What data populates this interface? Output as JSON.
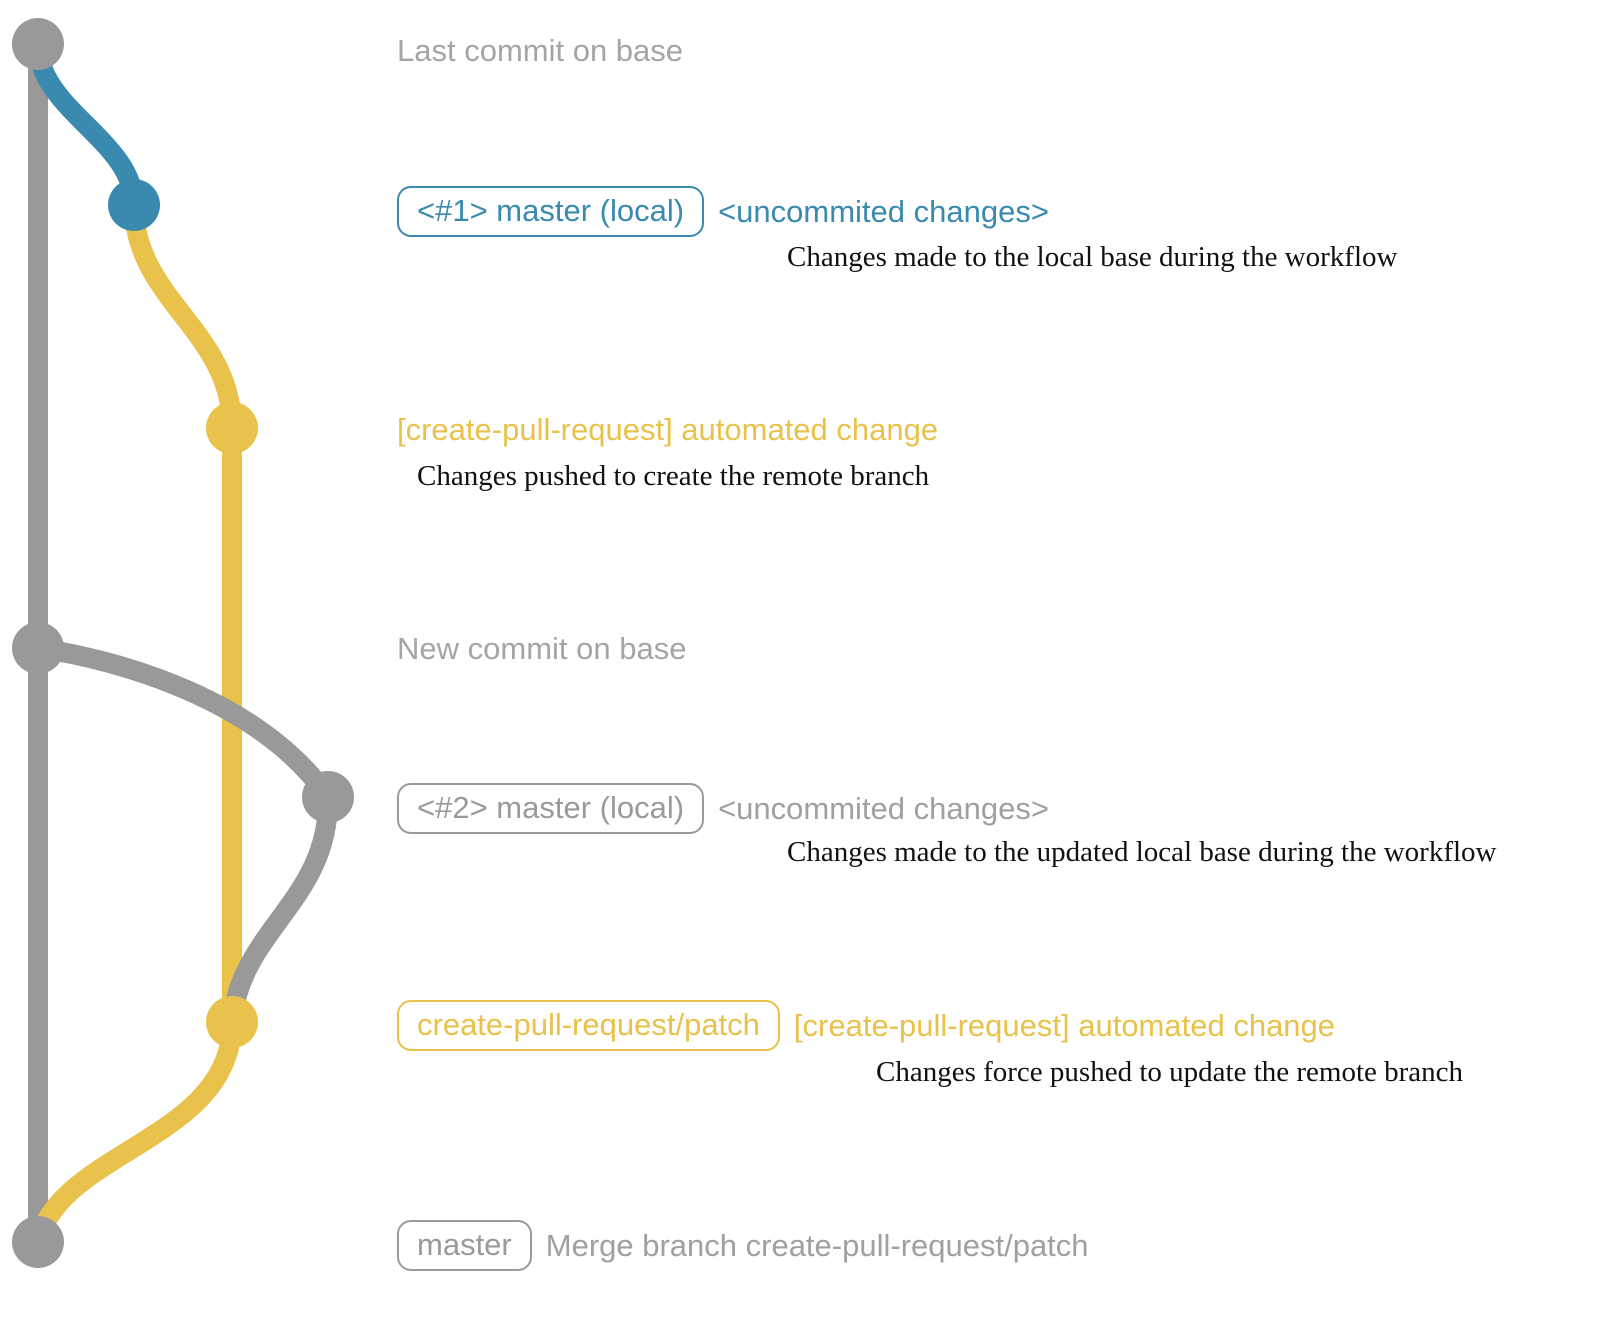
{
  "diagram": {
    "title_colors": {
      "base_gray": "#999999",
      "local_blue": "#3a8ab0",
      "remote_yellow": "#e8c24a",
      "text_gray": "#a5a5a5",
      "note_black": "#111111",
      "background": "#ffffff"
    }
  },
  "rows": [
    {
      "id": "last-commit-on-base",
      "badge": null,
      "label": "Last commit on base",
      "label_color": "gray",
      "note": null,
      "node": {
        "color": "gray",
        "lane": 0
      }
    },
    {
      "id": "master-local-1",
      "badge": "<#1> master (local)",
      "badge_color": "blue",
      "label": "<uncommited changes>",
      "label_color": "blue",
      "note": "Changes made to the local base during the workflow",
      "node": {
        "color": "blue",
        "lane": 1
      }
    },
    {
      "id": "automated-change-1",
      "badge": null,
      "label": "[create-pull-request] automated change",
      "label_color": "yellow",
      "note": "Changes pushed to create the remote branch",
      "node": {
        "color": "yellow",
        "lane": 2
      }
    },
    {
      "id": "new-commit-on-base",
      "badge": null,
      "label": "New commit on base",
      "label_color": "gray",
      "note": null,
      "node": {
        "color": "gray",
        "lane": 0
      }
    },
    {
      "id": "master-local-2",
      "badge": "<#2> master (local)",
      "badge_color": "gray",
      "label": "<uncommited changes>",
      "label_color": "gray",
      "note": "Changes made to the updated local base during the workflow",
      "node": {
        "color": "gray",
        "lane": 3
      }
    },
    {
      "id": "automated-change-2",
      "badge": "create-pull-request/patch",
      "badge_color": "yellow",
      "label": "[create-pull-request] automated change",
      "label_color": "yellow",
      "note": "Changes force pushed to update the remote branch",
      "node": {
        "color": "yellow",
        "lane": 2
      }
    },
    {
      "id": "merge-commit",
      "badge": "master",
      "badge_color": "gray",
      "label": "Merge branch create-pull-request/patch",
      "label_color": "gray",
      "note": null,
      "node": {
        "color": "gray",
        "lane": 0
      }
    }
  ],
  "graph": {
    "lanes_x": [
      38,
      134,
      232,
      328
    ],
    "nodes_y": [
      44,
      205,
      428,
      648,
      797,
      1022,
      1242
    ],
    "line_width": 20,
    "node_radius": 26
  }
}
